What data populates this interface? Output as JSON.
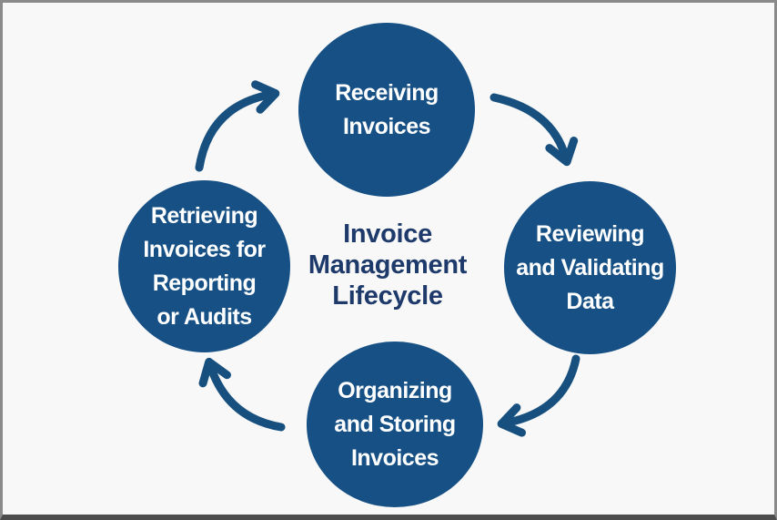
{
  "diagram": {
    "title_lines": [
      "Invoice",
      "Management",
      "Lifecycle"
    ],
    "title": "Invoice Management Lifecycle",
    "stages": [
      {
        "name": "Receiving Invoices",
        "lines": [
          "Receiving",
          "Invoices"
        ],
        "position": "top"
      },
      {
        "name": "Reviewing and Validating Data",
        "lines": [
          "Reviewing",
          "and Validating",
          "Data"
        ],
        "position": "right"
      },
      {
        "name": "Organizing and Storing Invoices",
        "lines": [
          "Organizing",
          "and Storing",
          "Invoices"
        ],
        "position": "bottom"
      },
      {
        "name": "Retrieving Invoices for Reporting or Audits",
        "lines": [
          "Retrieving",
          "Invoices for",
          "Reporting",
          "or Audits"
        ],
        "position": "left"
      }
    ],
    "flow": [
      {
        "from": "Retrieving Invoices for Reporting or Audits",
        "to": "Receiving Invoices"
      },
      {
        "from": "Receiving Invoices",
        "to": "Reviewing and Validating Data"
      },
      {
        "from": "Reviewing and Validating Data",
        "to": "Organizing and Storing Invoices"
      },
      {
        "from": "Organizing and Storing Invoices",
        "to": "Retrieving Invoices for Reporting or Audits"
      }
    ],
    "colors": {
      "circle_fill": "#165085",
      "circle_text": "#ffffff",
      "arrow": "#17507f",
      "title_text": "#1e3a6b",
      "background": "#f8f8f8",
      "frame_border": "#8a8a8a",
      "frame_border_bottom": "#4d4d4d"
    }
  }
}
